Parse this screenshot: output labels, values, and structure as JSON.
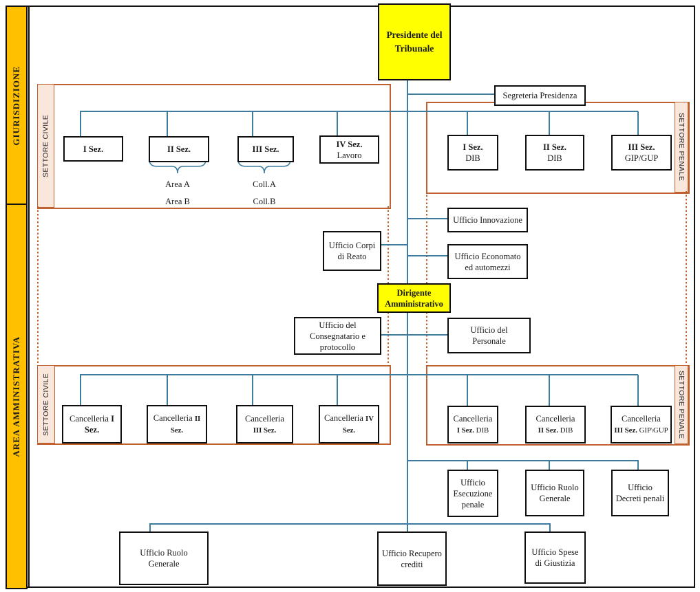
{
  "colors": {
    "line_blue": "#3E7C9E",
    "border_orange": "#C0622F",
    "strip_fill": "#FAE7DC",
    "sidebar_fill": "#FFC000",
    "highlight_yellow": "#FFFF00"
  },
  "sidebar": {
    "giurisdizione": "GIURISDIZIONE",
    "area_amministrativa": "AREA AMMINISTRATIVA"
  },
  "strips": {
    "civile_top": "SETTORE CIVILE",
    "penale_top": "SETTORE PENALE",
    "civile_bottom": "SETTORE CIVILE",
    "penale_bottom": "SETTORE PENALE"
  },
  "sub_labels": {
    "area_a": "Area A",
    "area_b": "Area B",
    "coll_a": "Coll.A",
    "coll_b": "Coll.B"
  },
  "boxes": {
    "presidente": [
      [
        {
          "t": "Presidente del",
          "b": 1
        }
      ],
      [
        {
          "t": "Tribunale",
          "b": 1
        }
      ]
    ],
    "segreteria": [
      [
        {
          "t": "Segreteria Presidenza"
        }
      ]
    ],
    "sez_civ_1": [
      [
        {
          "t": "I Sez.",
          "b": 1
        }
      ]
    ],
    "sez_civ_2": [
      [
        {
          "t": "II Sez.",
          "b": 1
        }
      ]
    ],
    "sez_civ_3": [
      [
        {
          "t": "III Sez.",
          "b": 1
        }
      ]
    ],
    "sez_civ_4": [
      [
        {
          "t": "IV Sez.",
          "b": 1
        }
      ],
      [
        {
          "t": "Lavoro"
        }
      ]
    ],
    "sez_pen_1": [
      [
        {
          "t": "I Sez.",
          "b": 1
        }
      ],
      [
        {
          "t": "DIB"
        }
      ]
    ],
    "sez_pen_2": [
      [
        {
          "t": "II Sez.",
          "b": 1
        }
      ],
      [
        {
          "t": "DIB"
        }
      ]
    ],
    "sez_pen_3": [
      [
        {
          "t": "III Sez.",
          "b": 1
        }
      ],
      [
        {
          "t": "GIP/GUP"
        }
      ]
    ],
    "innovazione": [
      [
        {
          "t": "Ufficio Innovazione"
        }
      ]
    ],
    "corpi_di_reato": [
      [
        {
          "t": "Ufficio Corpi"
        }
      ],
      [
        {
          "t": "di Reato"
        }
      ]
    ],
    "economato": [
      [
        {
          "t": "Ufficio Economato"
        }
      ],
      [
        {
          "t": "ed automezzi"
        }
      ]
    ],
    "dirigente": [
      [
        {
          "t": "Dirigente",
          "b": 1
        }
      ],
      [
        {
          "t": "Amministrativo",
          "b": 1
        }
      ]
    ],
    "consegnatario": [
      [
        {
          "t": "Ufficio del"
        }
      ],
      [
        {
          "t": "Consegnatario e"
        }
      ],
      [
        {
          "t": "protocollo"
        }
      ]
    ],
    "personale": [
      [
        {
          "t": "Ufficio del"
        }
      ],
      [
        {
          "t": "Personale"
        }
      ]
    ],
    "canc_civ_1": [
      [
        {
          "t": "Cancelleria "
        },
        {
          "t": "I",
          "b": 1
        }
      ],
      [
        {
          "t": "Sez.",
          "b": 1
        }
      ]
    ],
    "canc_civ_2": [
      [
        {
          "t": "Cancelleria "
        },
        {
          "t": "II",
          "b": 1,
          "s": 1
        }
      ],
      [
        {
          "t": "Sez.",
          "b": 1,
          "s": 1
        }
      ]
    ],
    "canc_civ_3": [
      [
        {
          "t": "Cancelleria"
        }
      ],
      [
        {
          "t": "III Sez.",
          "b": 1,
          "s": 1
        }
      ]
    ],
    "canc_civ_4": [
      [
        {
          "t": "Cancelleria "
        },
        {
          "t": "IV",
          "b": 1,
          "s": 1
        }
      ],
      [
        {
          "t": "Sez.",
          "b": 1,
          "s": 1
        }
      ]
    ],
    "canc_pen_1": [
      [
        {
          "t": "Cancelleria"
        }
      ],
      [
        {
          "t": "I Sez.",
          "b": 1,
          "s": 1
        },
        {
          "t": " DIB",
          "s": 1
        }
      ]
    ],
    "canc_pen_2": [
      [
        {
          "t": "Cancelleria"
        }
      ],
      [
        {
          "t": "II Sez.",
          "b": 1,
          "s": 1
        },
        {
          "t": " DIB",
          "s": 1
        }
      ]
    ],
    "canc_pen_3": [
      [
        {
          "t": "Cancelleria"
        }
      ],
      [
        {
          "t": "III Sez.",
          "b": 1,
          "s": 1
        },
        {
          "t": " GIP\\GUP",
          "s": 1
        }
      ]
    ],
    "esecuzione_penale": [
      [
        {
          "t": "Ufficio"
        }
      ],
      [
        {
          "t": "Esecuzione"
        }
      ],
      [
        {
          "t": "penale"
        }
      ]
    ],
    "ruolo_generale_penale": [
      [
        {
          "t": "Ufficio Ruolo"
        }
      ],
      [
        {
          "t": "Generale"
        }
      ]
    ],
    "decreti_penali": [
      [
        {
          "t": "Ufficio"
        }
      ],
      [
        {
          "t": "Decreti penali"
        }
      ]
    ],
    "ruolo_generale": [
      [
        {
          "t": "Ufficio Ruolo"
        }
      ],
      [
        {
          "t": "Generale"
        }
      ]
    ],
    "recupero_crediti": [
      [
        {
          "t": "Ufficio Recupero"
        }
      ],
      [
        {
          "t": "crediti"
        }
      ]
    ],
    "spese_giustizia": [
      [
        {
          "t": "Ufficio Spese"
        }
      ],
      [
        {
          "t": "di Giustizia"
        }
      ]
    ]
  }
}
